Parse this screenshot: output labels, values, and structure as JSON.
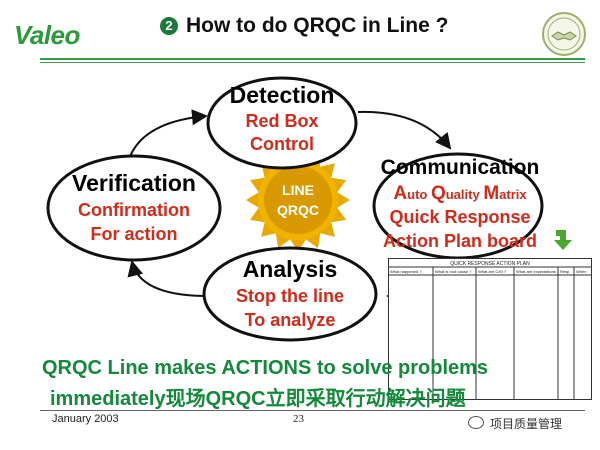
{
  "logo": {
    "text": "Valeo"
  },
  "header": {
    "bullet": "2",
    "title": "How to do QRQC in Line ?"
  },
  "center": {
    "line1": "LINE",
    "line2": "QRQC"
  },
  "nodes": {
    "detection": {
      "title": "Detection",
      "sub1": "Red Box",
      "sub2": "Control"
    },
    "communication": {
      "title": "Communication",
      "sub1_parts": [
        "A",
        "uto ",
        "Q",
        "uality ",
        "M",
        "atrix"
      ],
      "sub2": "Quick Response",
      "sub3": "Action Plan board"
    },
    "analysis": {
      "title": "Analysis",
      "sub1": "Stop the line",
      "sub2": "To analyze"
    },
    "verification": {
      "title": "Verification",
      "sub1": "Confirmation",
      "sub2": "For action"
    }
  },
  "board": {
    "title": "QUICK RESPONSE ACTION PLAN",
    "columns": [
      "What happened ?",
      "What is root cause ?",
      "What are C/M ?",
      "What are expectations",
      "Resp",
      "When"
    ]
  },
  "bottom": {
    "line1": "QRQC Line makes ACTIONS to solve problems",
    "line2": "immediately现场QRQC立即采取行动解决问题"
  },
  "footer": {
    "date": "January 2003",
    "page": "23",
    "brand": "项目质量管理"
  },
  "colors": {
    "green": "#138a3a",
    "red": "#d42a1a",
    "sun": "#e8a800"
  }
}
